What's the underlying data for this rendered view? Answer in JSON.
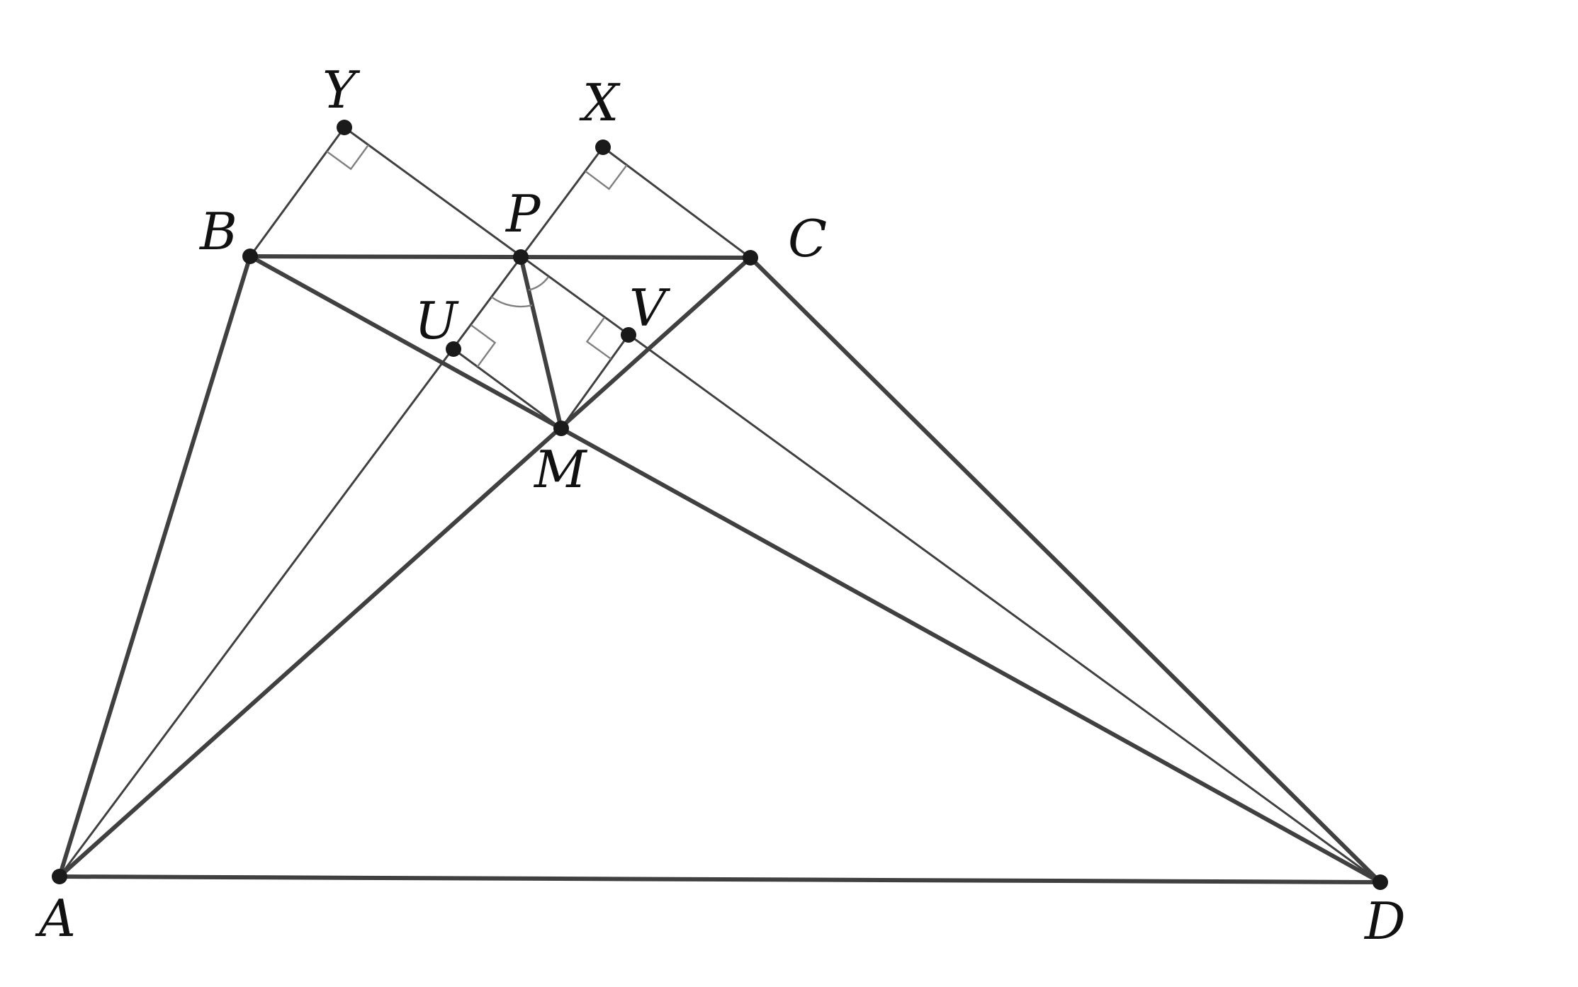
{
  "diagram": {
    "points": [
      {
        "id": "A",
        "label": "A"
      },
      {
        "id": "B",
        "label": "B"
      },
      {
        "id": "C",
        "label": "C"
      },
      {
        "id": "D",
        "label": "D"
      },
      {
        "id": "P",
        "label": "P"
      },
      {
        "id": "M",
        "label": "M"
      },
      {
        "id": "U",
        "label": "U"
      },
      {
        "id": "V",
        "label": "V"
      },
      {
        "id": "X",
        "label": "X"
      },
      {
        "id": "Y",
        "label": "Y"
      }
    ],
    "segments": [
      {
        "from": "A",
        "to": "B",
        "weight": "thick"
      },
      {
        "from": "B",
        "to": "C",
        "weight": "thick"
      },
      {
        "from": "C",
        "to": "D",
        "weight": "thick"
      },
      {
        "from": "A",
        "to": "D",
        "weight": "thick"
      },
      {
        "from": "A",
        "to": "C",
        "weight": "thick"
      },
      {
        "from": "B",
        "to": "D",
        "weight": "thick"
      },
      {
        "from": "P",
        "to": "M",
        "weight": "thick"
      },
      {
        "from": "B",
        "to": "Y",
        "weight": "thin"
      },
      {
        "from": "Y",
        "to": "D",
        "weight": "thin"
      },
      {
        "from": "X",
        "to": "C",
        "weight": "thin"
      },
      {
        "from": "A",
        "to": "X",
        "weight": "thin"
      },
      {
        "from": "U",
        "to": "M",
        "weight": "thin"
      },
      {
        "from": "M",
        "to": "V",
        "weight": "thin"
      }
    ],
    "right_angles": [
      "Y",
      "X",
      "U",
      "V"
    ],
    "angle_marks": [
      {
        "vertex": "P",
        "between": [
          "U",
          "M"
        ]
      },
      {
        "vertex": "P",
        "between": [
          "M",
          "V"
        ]
      }
    ]
  }
}
